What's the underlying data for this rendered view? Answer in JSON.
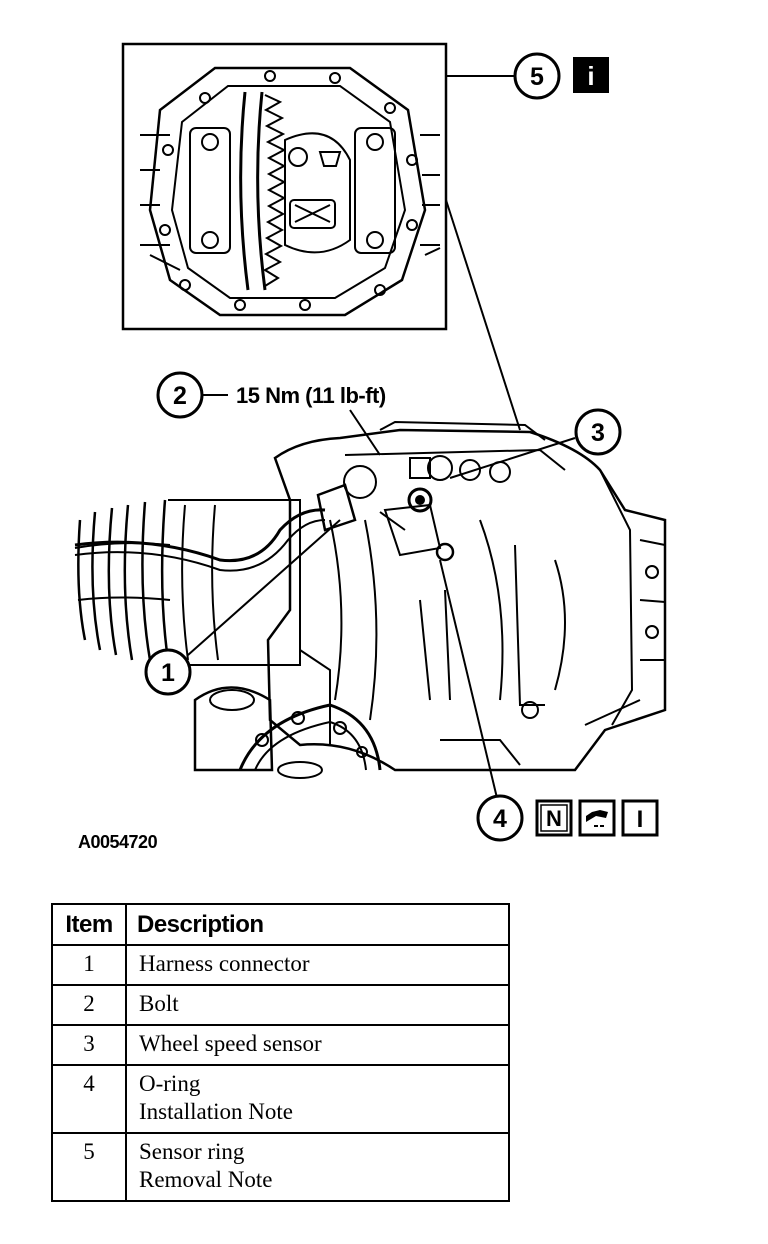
{
  "callouts": {
    "c1": "1",
    "c2": "2",
    "c3": "3",
    "c4": "4",
    "c5": "5"
  },
  "torque_label": "15 Nm (11 lb-ft)",
  "icons": {
    "info_i": "i",
    "new_n": "N",
    "lube": "lubricate-icon",
    "inspect_i": "I"
  },
  "figure_id": "A0054720",
  "table": {
    "headers": [
      "Item",
      "Description"
    ],
    "rows": [
      {
        "item": "1",
        "lines": [
          "Harness connector"
        ]
      },
      {
        "item": "2",
        "lines": [
          "Bolt"
        ]
      },
      {
        "item": "3",
        "lines": [
          "Wheel speed sensor"
        ]
      },
      {
        "item": "4",
        "lines": [
          "O-ring",
          "Installation Note"
        ]
      },
      {
        "item": "5",
        "lines": [
          "Sensor ring",
          "Removal Note"
        ]
      }
    ]
  }
}
